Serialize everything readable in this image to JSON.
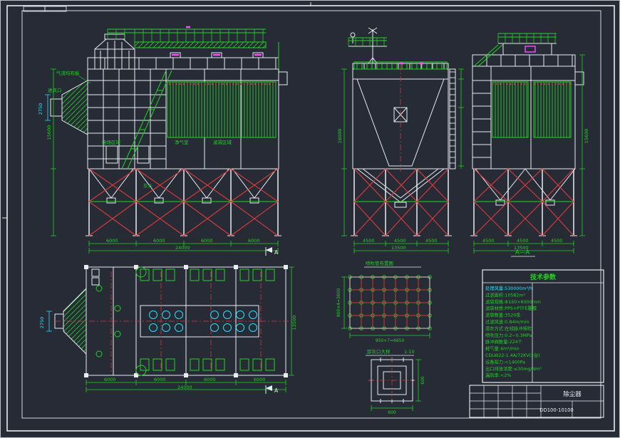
{
  "colors": {
    "background": "#262b36",
    "line": "#e8ebf0",
    "green": "#21d421",
    "red": "#d63a3a",
    "cyan": "#27e0ff",
    "magenta": "#ff4dff"
  },
  "front_view": {
    "labels": {
      "airflow": "气流均布板",
      "inlet": "进风口",
      "field": "电场区域",
      "clean": "净气室",
      "bags": "滤袋区域",
      "hopper": "灰斗"
    },
    "dims": {
      "bay": "6000",
      "total": "24000",
      "height": "15600",
      "inlet_dia": "2750"
    }
  },
  "side_view": {
    "dims": {
      "bay": "4500",
      "total": "13500",
      "height": "16000"
    }
  },
  "section_view": {
    "caption": "A—A",
    "dims": {
      "bay": "4500",
      "total": "13500",
      "height": "15600"
    }
  },
  "plan_view": {
    "dims": {
      "bay": "6000",
      "length": "24000",
      "width": "13500",
      "inlet_dia": "2750"
    }
  },
  "grid_detail": {
    "caption": "喷吹管布置图",
    "dim_h": "950×7=6650",
    "dim_v": "900×4=3600"
  },
  "square_detail": {
    "caption": "卸灰口大样",
    "scale": "1:10",
    "dim": "600"
  },
  "parameters": {
    "title": "技术参数",
    "rows": [
      "处理风量:530000m³/h",
      "过滤面积:10582m²",
      "滤袋规格:Φ160×6000mm",
      "滤袋材质:PPS+PTFE覆膜",
      "滤袋数量:3520条",
      "过滤风速:0.84m/min",
      "清灰方式:在线脉冲喷吹",
      "喷吹压力:0.2~0.3MPa",
      "脉冲阀数量:224个",
      "耗气量:4m³/min",
      "CDLW22-1.4A/72KV(2台)",
      "设备阻力:<1400Pa",
      "出口排放浓度:≤30mg/Nm³",
      "漏风率:<2%"
    ]
  },
  "title_block": {
    "product": "除尘器",
    "drawing_no": "DD100-10100"
  },
  "markers": {
    "section_flag": "A"
  }
}
